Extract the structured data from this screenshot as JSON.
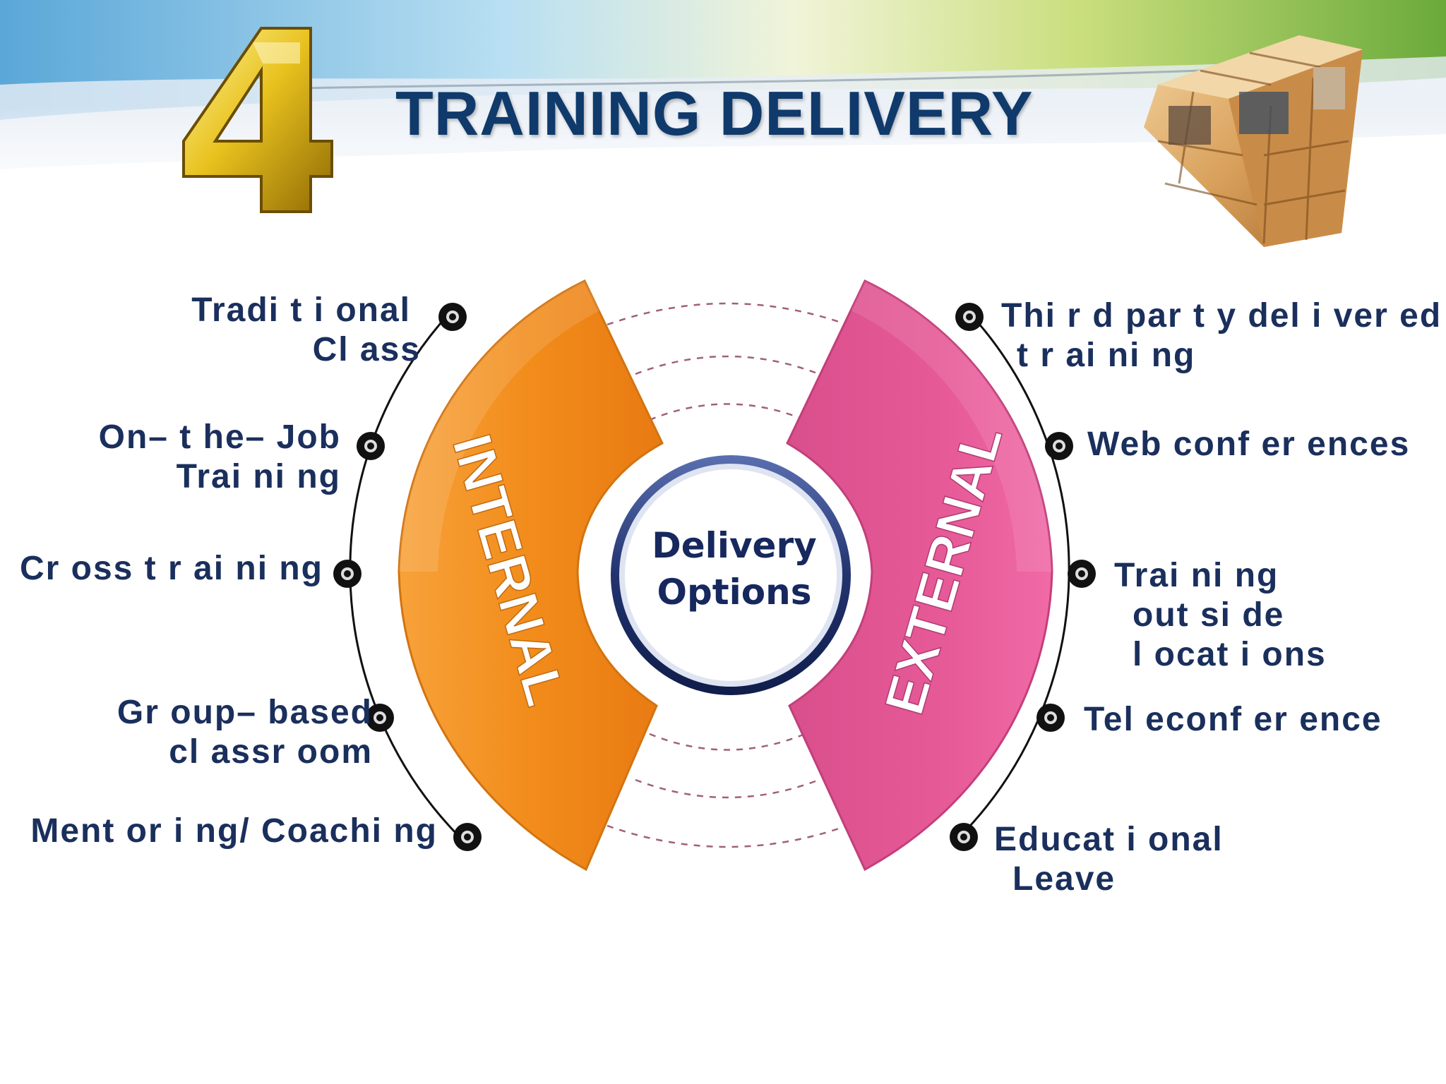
{
  "title": "TRAINING DELIVERY",
  "section_number": "4",
  "center": {
    "line1": "Delivery",
    "line2": "Options"
  },
  "internal": {
    "label": "INTERNAL",
    "color": "#f28c1b",
    "items": [
      {
        "lines": [
          "Tradi t i onal",
          "Cl ass"
        ]
      },
      {
        "lines": [
          "On– t he– Job",
          "Trai ni ng"
        ]
      },
      {
        "lines": [
          "Cr oss t r ai ni ng"
        ]
      },
      {
        "lines": [
          "Gr oup– based",
          "cl assr oom"
        ]
      },
      {
        "lines": [
          "Ment or i ng/ Coachi ng"
        ]
      }
    ]
  },
  "external": {
    "label": "EXTERNAL",
    "color": "#e65a97",
    "items": [
      {
        "lines": [
          "Thi r d par t y del i ver ed",
          "t r ai ni ng"
        ]
      },
      {
        "lines": [
          "Web conf er ences"
        ]
      },
      {
        "lines": [
          "Trai ni ng",
          "out si de",
          "l ocat i ons"
        ]
      },
      {
        "lines": [
          "Tel econf er ence"
        ]
      },
      {
        "lines": [
          "Educat i onal",
          "Leave"
        ]
      }
    ]
  },
  "colors": {
    "title": "#0f3a6b",
    "label_text": "#1a2f5c",
    "ring": "#1d2d66"
  },
  "icons": {
    "number_badge": "gold-number-4-icon",
    "cube": "photo-cube-icon",
    "bullet": "ring-bullet-icon"
  }
}
